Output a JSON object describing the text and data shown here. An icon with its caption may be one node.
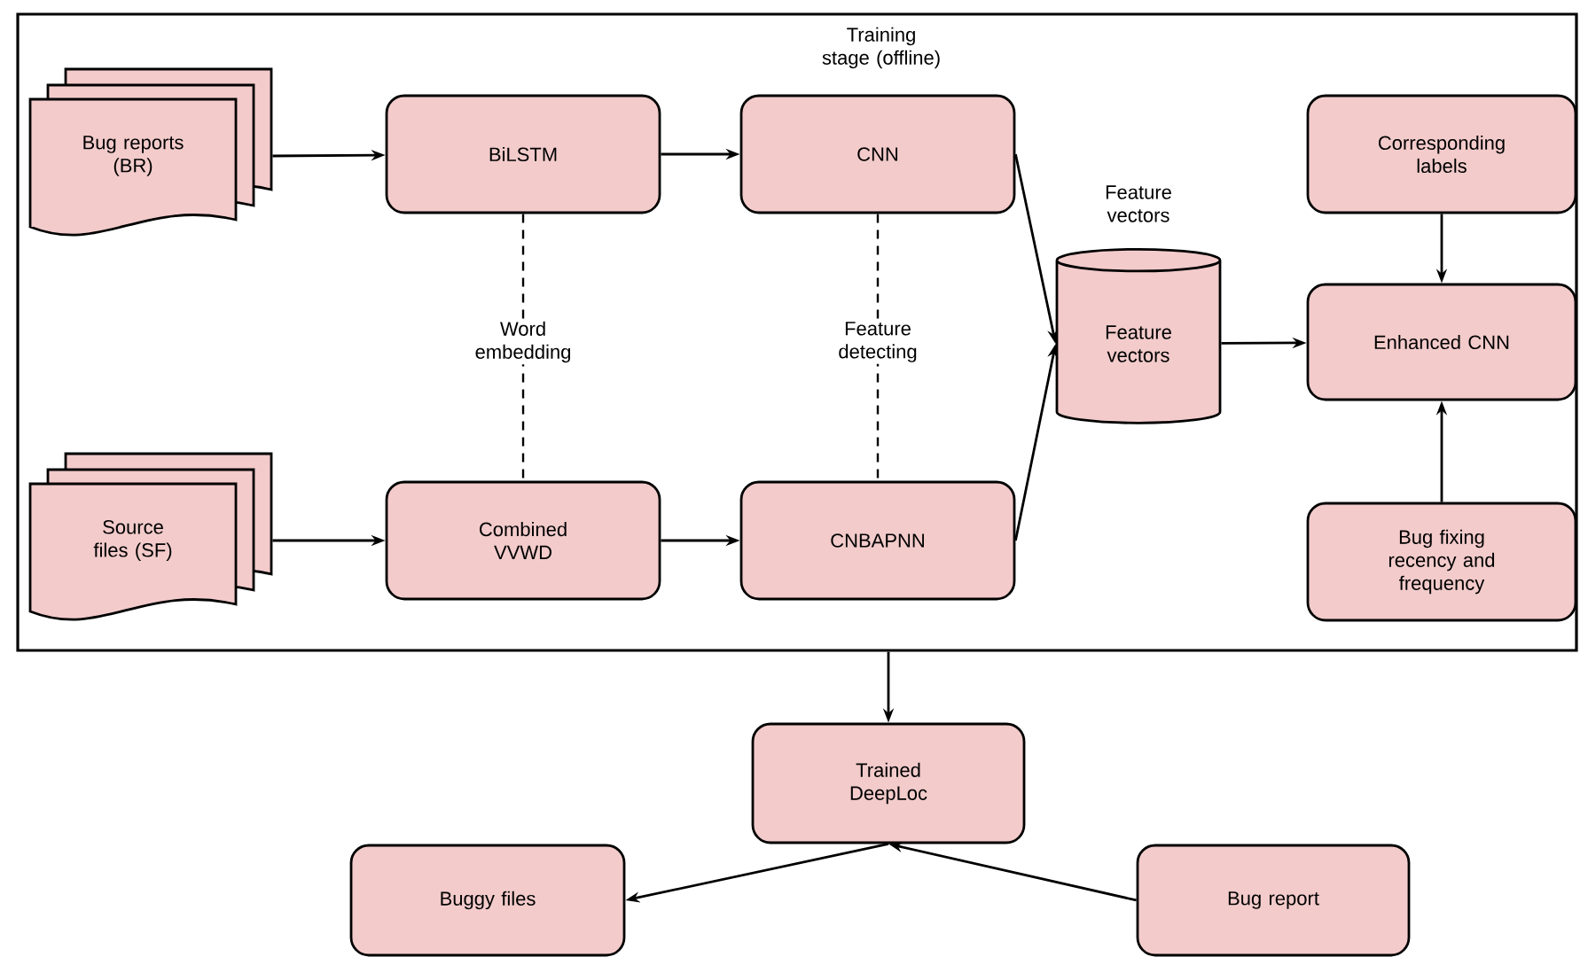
{
  "diagram": {
    "nodes": [
      {
        "text": [
          "Training stage (offline)"
        ]
      },
      {
        "text": [
          "Bug reports (BR)"
        ],
        "in": 0
      },
      {
        "text": [
          "BiLSTM"
        ],
        "in": 0
      },
      {
        "text": [
          "CNN"
        ],
        "in": 0
      },
      {
        "text": [
          "Source files (SF)"
        ],
        "in": 0
      },
      {
        "text": [
          "Combined VVWD"
        ],
        "in": 0
      },
      {
        "text": [
          "CNBAPNN"
        ],
        "in": 0
      },
      {
        "text": [
          "Feature vectors"
        ],
        "beside": [
          "Feature vectors"
        ],
        "in": 0
      },
      {
        "text": [
          "Corresponding labels"
        ],
        "in": 0
      },
      {
        "text": [
          "Enhanced CNN"
        ],
        "in": 0
      },
      {
        "text": [
          "Bug fixing recency and frequency"
        ],
        "in": 0
      },
      {
        "text": [
          "Trained DeepLoc"
        ]
      },
      {
        "text": [
          "Buggy files"
        ]
      },
      {
        "text": [
          "Bug report"
        ]
      }
    ],
    "edges": [
      {
        "from": 1,
        "to": 2,
        "arrow": "to"
      },
      {
        "from": 2,
        "to": 3,
        "arrow": "to"
      },
      {
        "from": 4,
        "to": 5,
        "arrow": "to"
      },
      {
        "from": 5,
        "to": 6,
        "arrow": "to"
      },
      {
        "from": 2,
        "to": 5,
        "arrow": "none",
        "style": "dashed",
        "label": "Word embedding"
      },
      {
        "from": 3,
        "to": 6,
        "arrow": "none",
        "style": "dashed",
        "label": "Feature detecting"
      },
      {
        "from": 3,
        "to": 7,
        "arrow": "to"
      },
      {
        "from": 6,
        "to": 7,
        "arrow": "to"
      },
      {
        "from": 7,
        "to": 9,
        "arrow": "to"
      },
      {
        "from": 8,
        "to": 9,
        "arrow": "to"
      },
      {
        "from": 10,
        "to": 9,
        "arrow": "to"
      },
      {
        "from": 0,
        "to": 11,
        "arrow": "to"
      },
      {
        "from": 11,
        "to": 12,
        "arrow": "to"
      },
      {
        "from": 13,
        "to": 11,
        "arrow": "to"
      }
    ]
  }
}
